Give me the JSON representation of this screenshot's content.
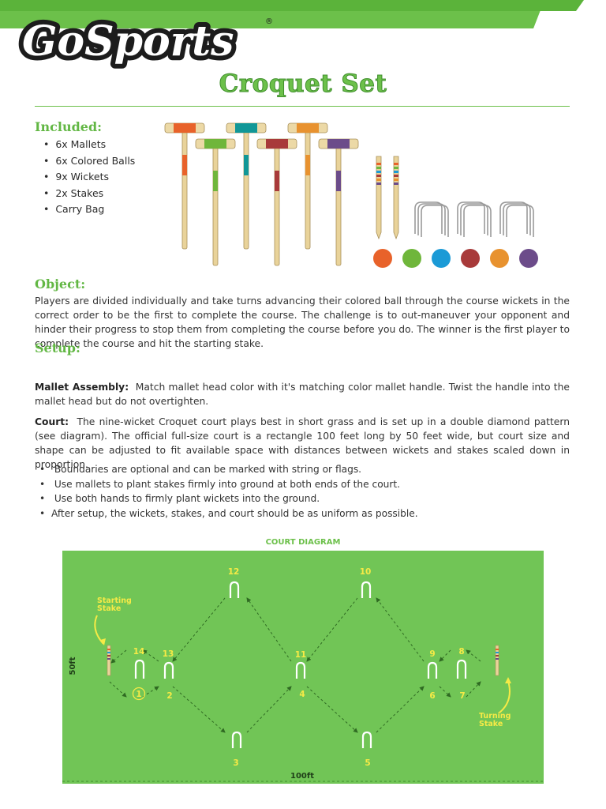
{
  "brand": {
    "name": "GoSports",
    "registered": "®"
  },
  "page_title": "Croquet Set",
  "included": {
    "heading": "Included:",
    "items": [
      "6x  Mallets",
      "6x  Colored Balls",
      "9x  Wickets",
      "2x  Stakes",
      "Carry Bag"
    ]
  },
  "colors": {
    "brand_green": "#6cc04a",
    "orange_red": "#e8622a",
    "green": "#6fb63b",
    "teal": "#119797",
    "red": "#a83a3a",
    "orange": "#e8922f",
    "purple": "#6c4c8a",
    "blue": "#1b9ad6",
    "court_green": "#71c556",
    "label_yellow": "#f6ea46"
  },
  "object": {
    "heading": "Object:",
    "text": "Players are divided individually and take turns advancing their colored ball through the course wickets in the correct order to be the first to complete the course. The challenge is to out-maneuver your opponent and hinder their progress to stop them from completing the course before you do. The winner is the first player to complete the course and hit the starting stake."
  },
  "setup": {
    "heading": "Setup:",
    "mallet_label": "Mallet Assembly:",
    "mallet_text": "Match mallet head color with it's matching color mallet handle. Twist the handle into the mallet head but do not overtighten.",
    "court_label": "Court:",
    "court_text": "The nine-wicket Croquet court plays best in short grass and is set up in a double diamond pattern (see diagram). The official full-size court is a rectangle 100 feet long by 50 feet wide, but court size and shape can be adjusted to fit available space with distances between wickets and stakes scaled down in proportion.",
    "bullets": [
      "Boundaries are optional and can be marked with string or flags.",
      "Use mallets to plant stakes firmly into ground at both ends of the court.",
      "Use both hands to firmly plant wickets into the ground.",
      "After setup, the wickets, stakes, and court should be as uniform as possible."
    ]
  },
  "court": {
    "title": "COURT DIAGRAM",
    "start_line1": "Starting",
    "start_line2": "Stake",
    "turn_line1": "Turning",
    "turn_line2": "Stake",
    "width_label": "100ft",
    "height_label": "50ft",
    "n1": "1",
    "n2": "2",
    "n3": "3",
    "n4": "4",
    "n5": "5",
    "n6": "6",
    "n7": "7",
    "n8": "8",
    "n9": "9",
    "n10": "10",
    "n11": "11",
    "n12": "12",
    "n13": "13",
    "n14": "14"
  }
}
